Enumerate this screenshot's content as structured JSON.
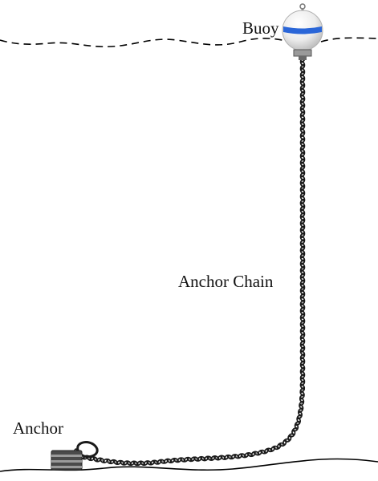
{
  "labels": {
    "buoy": "Buoy",
    "chain": "Anchor Chain",
    "anchor": "Anchor"
  },
  "colors": {
    "line": "#000000",
    "chain_dark": "#1a1a1a",
    "chain_light": "#7a7a7a",
    "buoy_band": "#2a66d8",
    "buoy_body": "#f4f4f4",
    "anchor_block": "#4a4a4a",
    "anchor_stripe": "#9a9a9a"
  },
  "icons": {
    "buoy": "sphere-buoy-icon",
    "anchor": "block-anchor-icon"
  }
}
